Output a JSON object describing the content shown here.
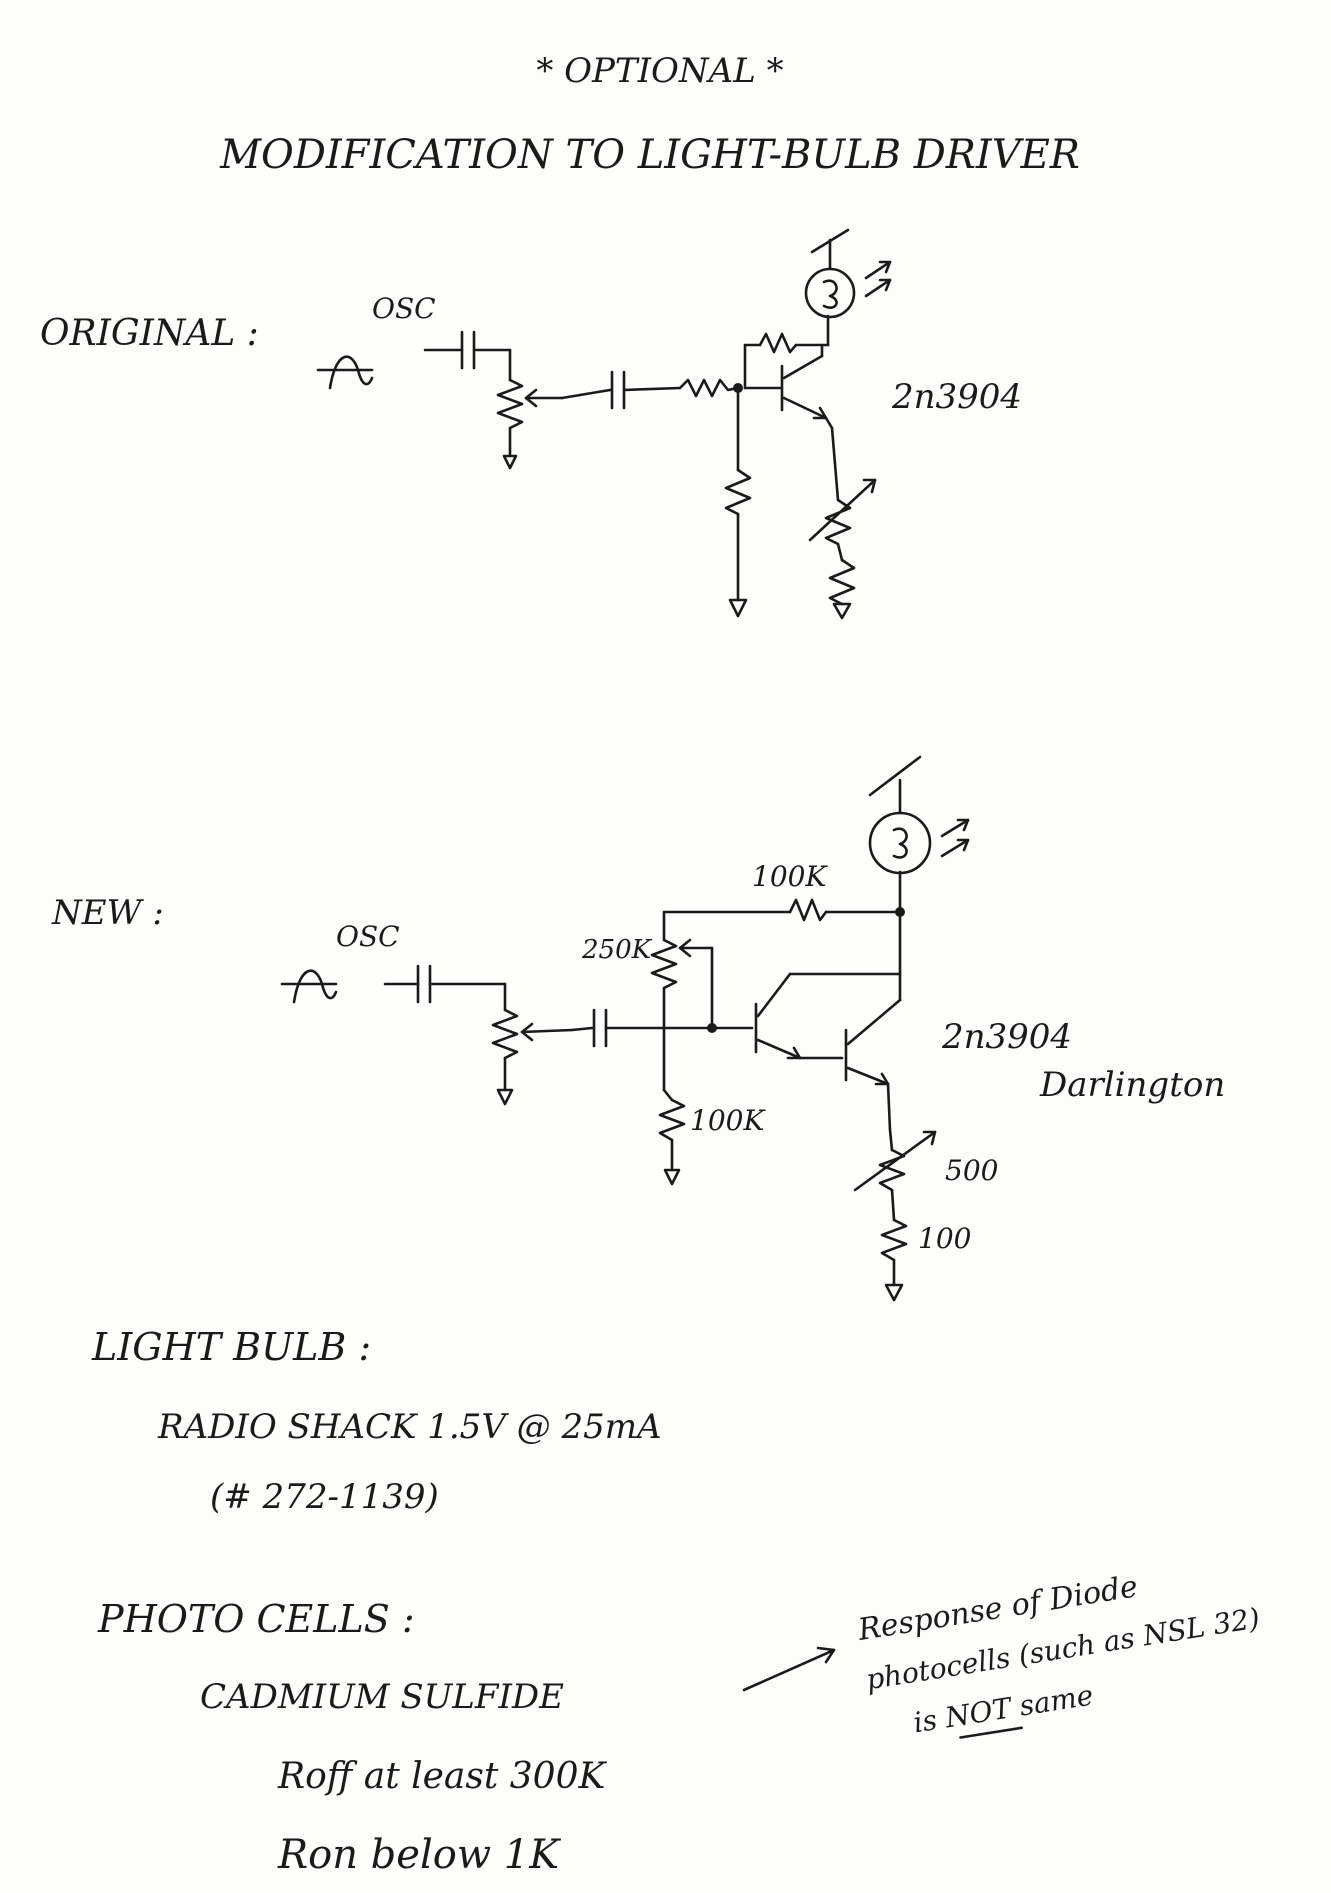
{
  "header": {
    "optional": "* OPTIONAL *",
    "title": "MODIFICATION TO LIGHT-BULB DRIVER"
  },
  "original": {
    "label": "ORIGINAL :",
    "osc": "OSC",
    "transistor": "2n3904"
  },
  "new": {
    "label": "NEW :",
    "osc": "OSC",
    "r_feedback": "100K",
    "r_pot": "250K",
    "r_bias": "100K",
    "transistor": "2n3904",
    "config": "Darlington",
    "r_var": "500",
    "r_emitter": "100"
  },
  "notes": {
    "bulb_heading": "LIGHT BULB :",
    "bulb_line1": "RADIO SHACK 1.5V @ 25mA",
    "bulb_line2": "(# 272-1139)",
    "photo_heading": "PHOTO CELLS :",
    "photo_line1": "CADMIUM SULFIDE",
    "photo_line2": "Roff at least 300K",
    "photo_line3": "Ron below 1K",
    "side_line1": "Response of Diode",
    "side_line2": "photocells (such as NSL 32)",
    "side_line3": "is NOT same"
  }
}
